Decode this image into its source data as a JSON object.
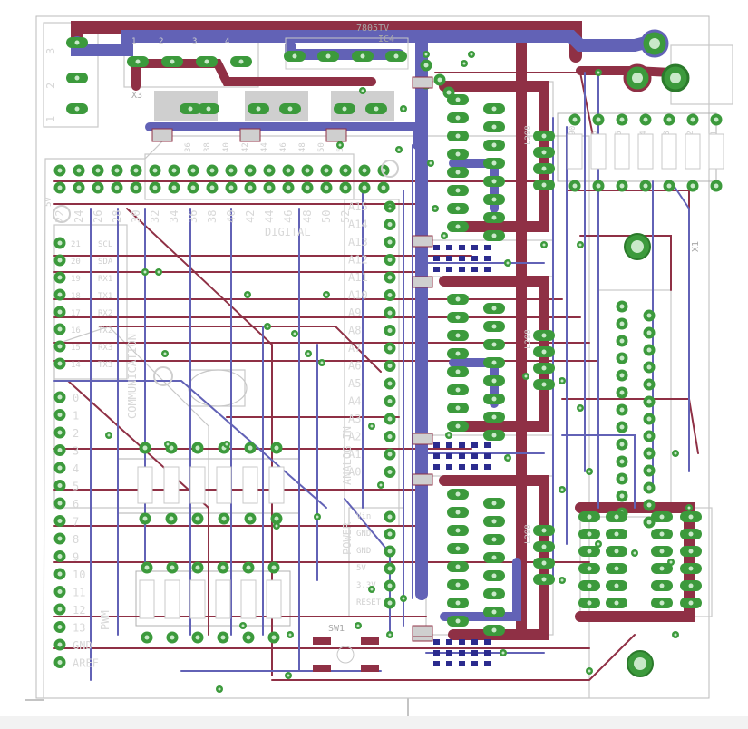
{
  "colors": {
    "top_copper": "#8f3045",
    "bottom_copper": "#6262b6",
    "pad": "#3c9a3c",
    "silkscreen": "#c8c8c8",
    "background": "#ffffff"
  },
  "labels": {
    "reg": "7805TV",
    "ic4": "IC4",
    "x3": "X3",
    "x1": "X1",
    "digital": "DIGITAL",
    "communication": "COMMUNICATION",
    "analog_in": "ANALOG IN",
    "power": "POWER",
    "pwm": "PWM",
    "sw1": "SW1",
    "l298_1": "L298",
    "l298_2": "L298",
    "l298_3": "L298",
    "j_pins": [
      "1",
      "2",
      "3"
    ],
    "x3_pins": [
      "1",
      "2",
      "3",
      "4"
    ],
    "top_resistors": [
      "390",
      "R6",
      "R5",
      "R4",
      "R3",
      "R2",
      "R1"
    ],
    "header_top_nums": [
      "22",
      "24",
      "26",
      "28",
      "30",
      "32",
      "34",
      "36",
      "38",
      "40",
      "42",
      "44",
      "46",
      "48",
      "50",
      "52"
    ],
    "header_bot_nums": [
      "36",
      "38",
      "40",
      "42",
      "44",
      "46",
      "48",
      "50",
      "52"
    ],
    "comm_pins": [
      "21",
      "SCL",
      "20",
      "SDA",
      "19",
      "RX1",
      "18",
      "TX1",
      "17",
      "RX2",
      "16",
      "TX2",
      "15",
      "RX3",
      "14",
      "TX3"
    ],
    "analog_pins": [
      "A15",
      "A14",
      "A13",
      "A12",
      "A11",
      "A10",
      "A9",
      "A8",
      "A7",
      "A6",
      "A5",
      "A4",
      "A3",
      "A2",
      "A1",
      "A0"
    ],
    "power_pins": [
      "Vin",
      "GND",
      "GND",
      "5V",
      "3.3V",
      "RESET"
    ],
    "pwm_pins": [
      "0",
      "1",
      "2",
      "3",
      "4",
      "5",
      "6",
      "7",
      "8",
      "9",
      "10",
      "11",
      "12",
      "13",
      "GND",
      "AREF"
    ],
    "five_v": "5V"
  }
}
